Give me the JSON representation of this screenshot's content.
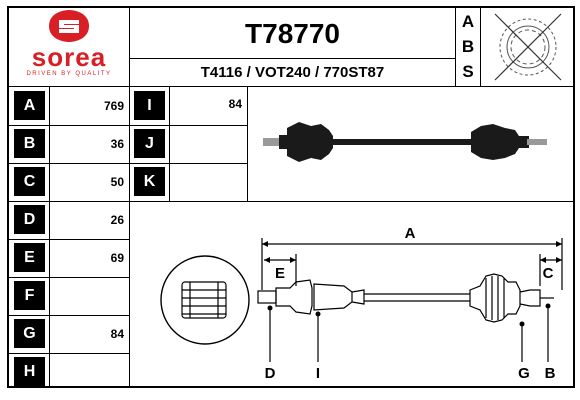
{
  "header": {
    "brand": "sorea",
    "tagline": "DRIVEN BY QUALITY",
    "part_number": "T78770",
    "cross_refs": "T4116 / VOT240 / 770ST87",
    "abs_letters": [
      "A",
      "B",
      "S"
    ]
  },
  "left_specs": [
    {
      "letter": "A",
      "value": "769"
    },
    {
      "letter": "B",
      "value": "36"
    },
    {
      "letter": "C",
      "value": "50"
    },
    {
      "letter": "D",
      "value": "26"
    },
    {
      "letter": "E",
      "value": "69"
    },
    {
      "letter": "F",
      "value": ""
    },
    {
      "letter": "G",
      "value": "84"
    },
    {
      "letter": "H",
      "value": ""
    }
  ],
  "right_specs": [
    {
      "letter": "I",
      "value": "84"
    },
    {
      "letter": "J",
      "value": ""
    },
    {
      "letter": "K",
      "value": ""
    }
  ],
  "diagram_labels": {
    "A": "A",
    "B": "B",
    "C": "C",
    "D": "D",
    "E": "E",
    "G": "G",
    "I": "I"
  },
  "colors": {
    "brand_red": "#d81f26",
    "ink": "#000000"
  }
}
